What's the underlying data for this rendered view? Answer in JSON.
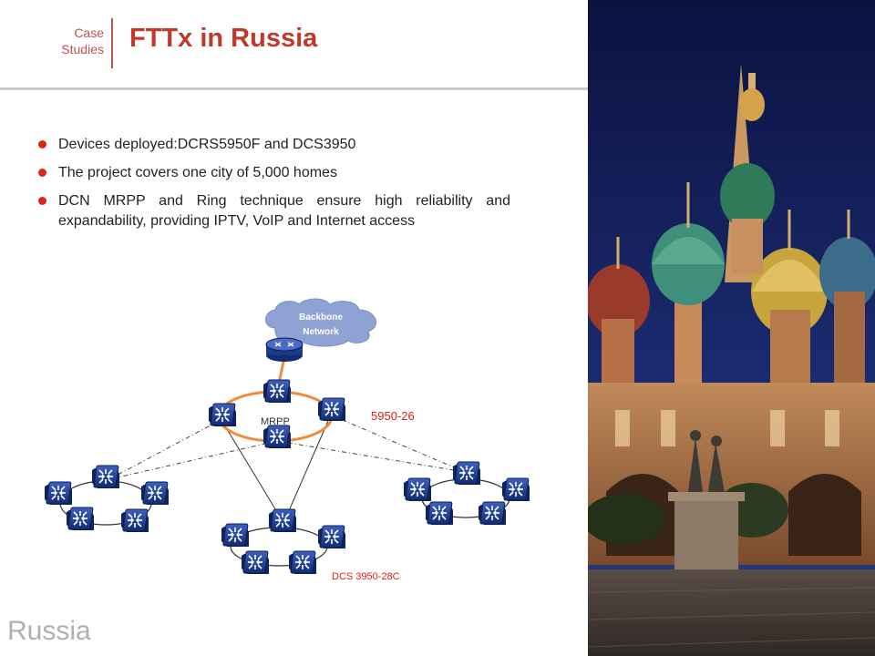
{
  "header": {
    "section_line1": "Case",
    "section_line2": "Studies",
    "title": "FTTx in Russia"
  },
  "bullets": [
    "Devices deployed:DCRS5950F and DCS3950",
    "The project covers one city of 5,000 homes",
    "DCN MRPP and Ring technique ensure high reliability and expandability, providing IPTV, VoIP and Internet access"
  ],
  "diagram": {
    "cloud_line1": "Backbone",
    "cloud_line2": "Network",
    "mrpp_label": "MRPP",
    "core_label": "5950-26",
    "access_label": "DCS 3950-28C",
    "colors": {
      "core_ring": "#f08c3c",
      "label_red": "#e0201c",
      "switch_blue": "#1a3a8c"
    }
  },
  "footer": {
    "text": "Russia"
  },
  "photo": {
    "description_icon": "cathedral-photo"
  }
}
